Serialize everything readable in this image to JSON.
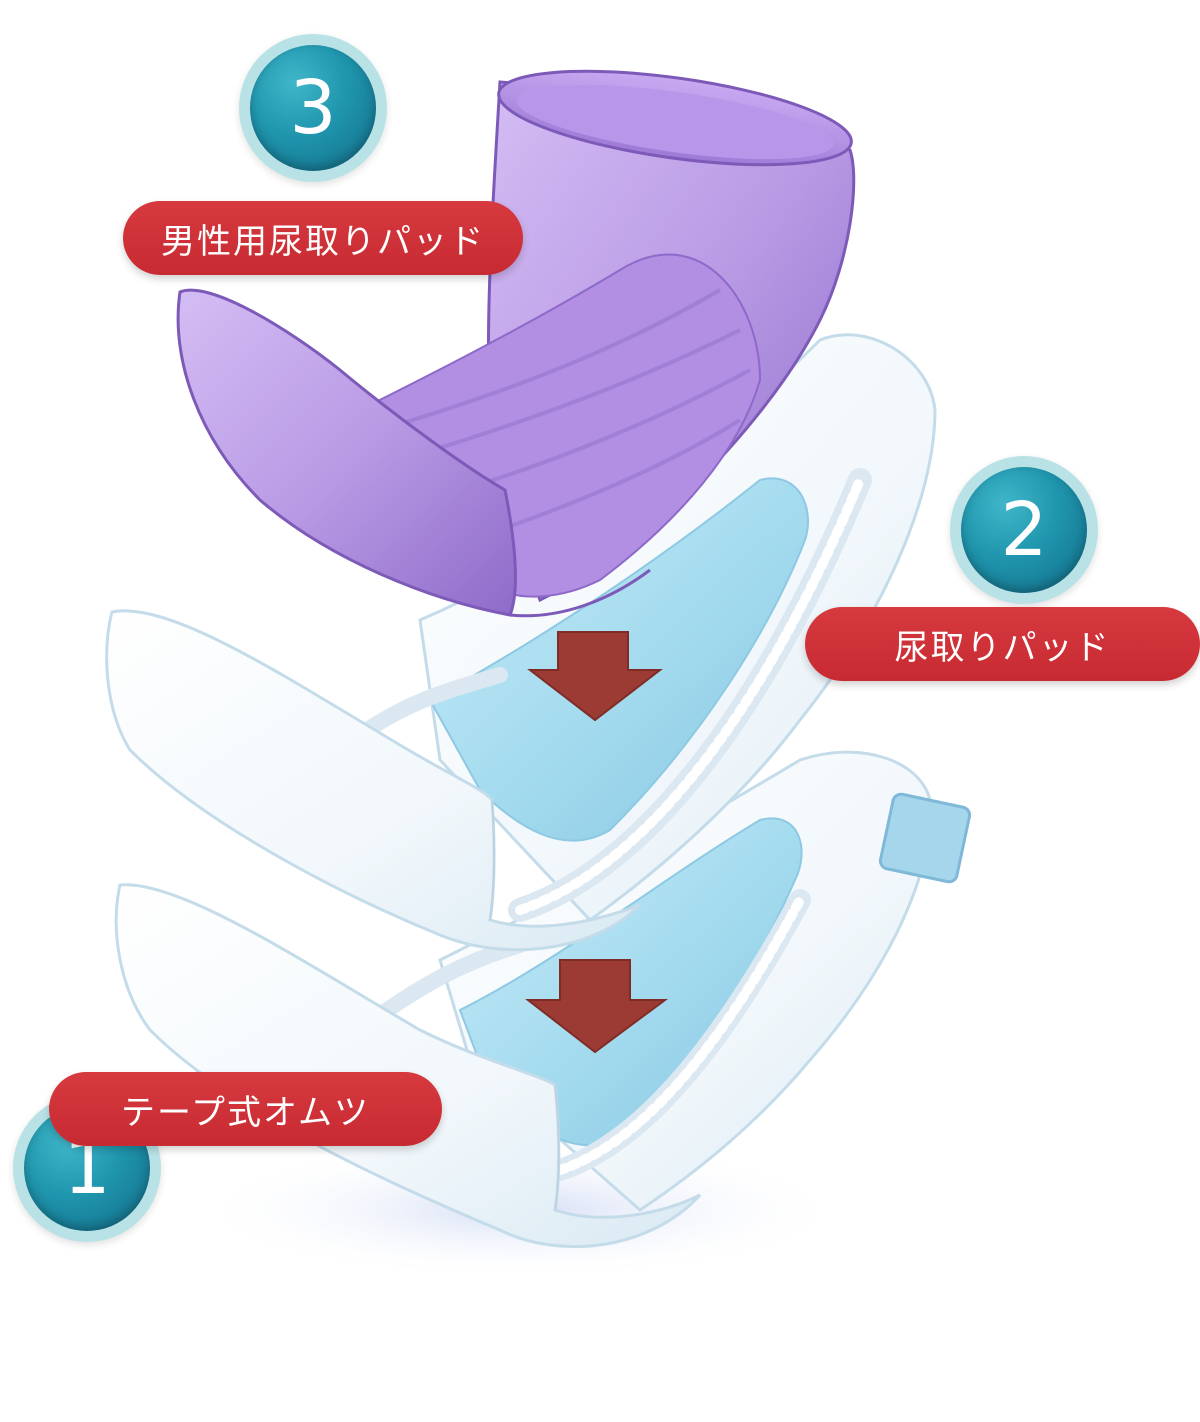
{
  "layers": [
    {
      "number": "3",
      "label": "男性用尿取りパッド",
      "color": "#b99be5"
    },
    {
      "number": "2",
      "label": "尿取りパッド",
      "color": "#a9dcf0"
    },
    {
      "number": "1",
      "label": "テープ式オムツ",
      "color": "#a9dcf0"
    }
  ],
  "colors": {
    "badge": "#1f95ad",
    "label_pill": "#c72a31",
    "arrow": "#9c3b34"
  }
}
